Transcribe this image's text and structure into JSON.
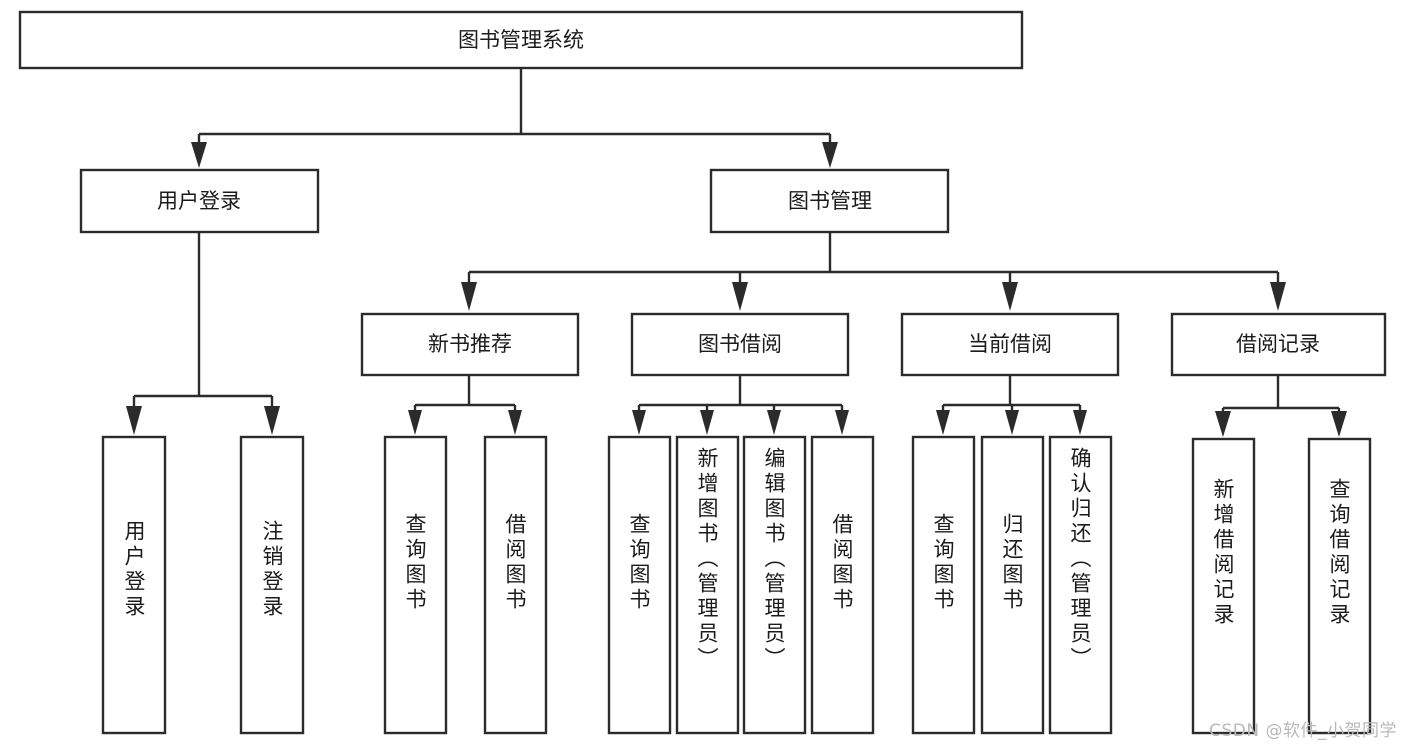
{
  "diagram": {
    "title": "图书管理系统",
    "type": "tree-hierarchy",
    "root": {
      "id": "root",
      "label": "图书管理系统"
    },
    "level2": [
      {
        "id": "user-login",
        "label": "用户登录"
      },
      {
        "id": "book-manage",
        "label": "图书管理"
      }
    ],
    "level3": [
      {
        "id": "new-book-rec",
        "label": "新书推荐",
        "parent": "book-manage"
      },
      {
        "id": "book-borrow",
        "label": "图书借阅",
        "parent": "book-manage"
      },
      {
        "id": "current-borrow",
        "label": "当前借阅",
        "parent": "book-manage"
      },
      {
        "id": "borrow-record",
        "label": "借阅记录",
        "parent": "book-manage"
      }
    ],
    "leaves": [
      {
        "id": "leaf-user-login",
        "label": "用户登录",
        "parent": "user-login"
      },
      {
        "id": "leaf-logout",
        "label": "注销登录",
        "parent": "user-login"
      },
      {
        "id": "leaf-query-book-1",
        "label": "查询图书",
        "parent": "new-book-rec"
      },
      {
        "id": "leaf-borrow-book-1",
        "label": "借阅图书",
        "parent": "new-book-rec"
      },
      {
        "id": "leaf-query-book-2",
        "label": "查询图书",
        "parent": "book-borrow"
      },
      {
        "id": "leaf-add-book",
        "label": "新增图书（管理员）",
        "parent": "book-borrow"
      },
      {
        "id": "leaf-edit-book",
        "label": "编辑图书（管理员）",
        "parent": "book-borrow"
      },
      {
        "id": "leaf-borrow-book-2",
        "label": "借阅图书",
        "parent": "book-borrow"
      },
      {
        "id": "leaf-query-book-3",
        "label": "查询图书",
        "parent": "current-borrow"
      },
      {
        "id": "leaf-return-book",
        "label": "归还图书",
        "parent": "current-borrow"
      },
      {
        "id": "leaf-confirm-return",
        "label": "确认归还（管理员）",
        "parent": "current-borrow"
      },
      {
        "id": "leaf-add-record",
        "label": "新增借阅记录",
        "parent": "borrow-record"
      },
      {
        "id": "leaf-query-record",
        "label": "查询借阅记录",
        "parent": "borrow-record"
      }
    ]
  },
  "watermark": {
    "text": "CSDN @软件_小贺同学"
  },
  "colors": {
    "stroke": "#2b2b2b",
    "fill": "#ffffff",
    "text": "#1b1b1b",
    "watermark": "#b9b9b9"
  }
}
